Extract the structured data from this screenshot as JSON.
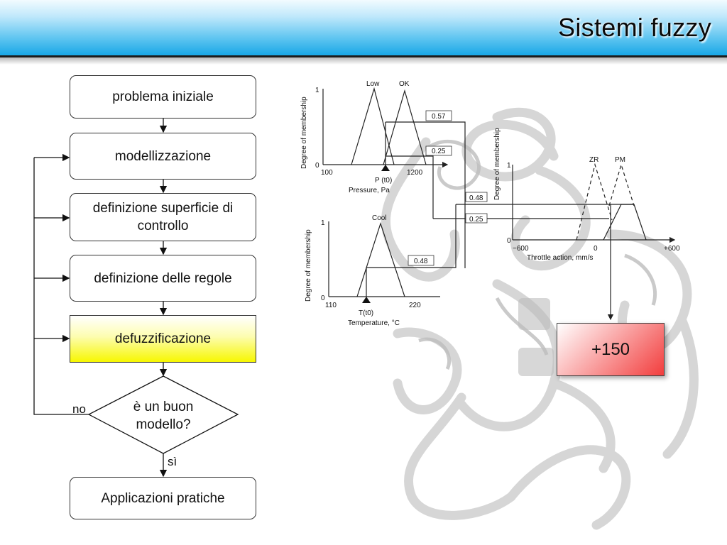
{
  "header": {
    "title": "Sistemi fuzzy"
  },
  "flowchart": {
    "steps": [
      "problema iniziale",
      "modellizzazione",
      "definizione superficie di controllo",
      "definizione delle regole",
      "defuzzificazione"
    ],
    "decision": "è un buon modello?",
    "no_label": "no",
    "yes_label": "sì",
    "final": "Applicazioni pratiche"
  },
  "membership": {
    "ylabel": "Degree of membership",
    "pressure": {
      "y1": "1",
      "y0": "0",
      "xmin": "100",
      "xmax": "1200",
      "xlabel": "Pressure, Pa",
      "marker": "P (t0)",
      "sets": [
        "Low",
        "OK"
      ],
      "level_a": "0.57",
      "level_b": "0.25"
    },
    "temperature": {
      "y1": "1",
      "y0": "0",
      "xmin": "110",
      "xmax": "220",
      "xlabel": "Temperature, °C",
      "marker": "T(t0)",
      "sets": [
        "Cool"
      ],
      "level": "0.48"
    },
    "throttle": {
      "y1": "1",
      "y0": "0",
      "xmin": "−600",
      "xmid": "0",
      "xmax": "+600",
      "xlabel": "Throttle action, mm/s",
      "sets": [
        "ZR",
        "PM"
      ],
      "level_a": "0.48",
      "level_b": "0.25"
    }
  },
  "result": "+150"
}
